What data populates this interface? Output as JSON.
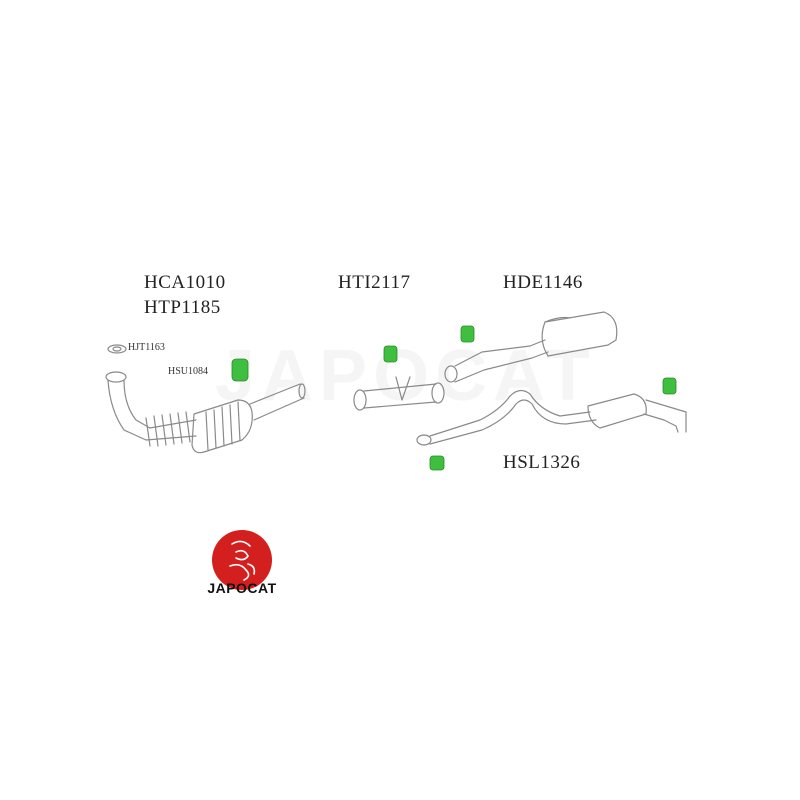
{
  "watermark": "JAPOCAT",
  "brand": {
    "logo_text": "JAPOCAT",
    "logo_color": "#d41f1f"
  },
  "colors": {
    "rubber_mount": "#3fbf3f",
    "line": "#8a8a8a"
  },
  "labels": {
    "catalyst": "HCA1010",
    "front_pipe": "HTP1185",
    "gasket": "HJT1163",
    "mount_front": "HSU1084",
    "intermediate_pipe": "HTI2117",
    "center_silencer": "HDE1146",
    "rear_silencer": "HSL1326"
  },
  "icons": [
    "rubber-mount-icon",
    "gasket-icon",
    "japocat-logo-icon"
  ]
}
